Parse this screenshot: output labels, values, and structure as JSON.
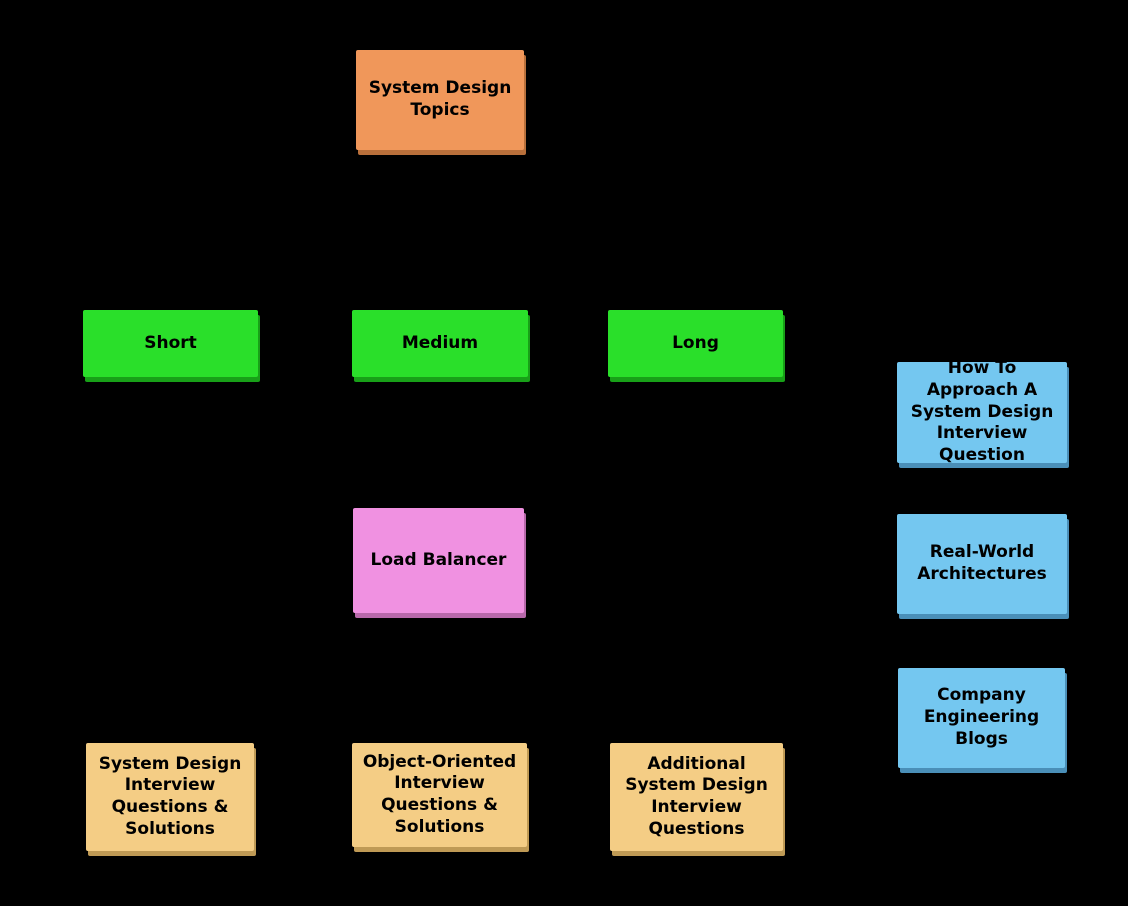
{
  "diagram": {
    "background_color": "#000000",
    "text_color": "#000000",
    "palette": {
      "root_orange": "#F0975A",
      "duration_green": "#2ADF2A",
      "resource_blue": "#74C7F0",
      "component_pink": "#F091E1",
      "questions_tan": "#F4CD85"
    },
    "nodes": [
      {
        "id": "system-design-topics",
        "label": "System Design Topics",
        "color": "#F0975A"
      },
      {
        "id": "short",
        "label": "Short",
        "color": "#2ADF2A"
      },
      {
        "id": "medium",
        "label": "Medium",
        "color": "#2ADF2A"
      },
      {
        "id": "long",
        "label": "Long",
        "color": "#2ADF2A"
      },
      {
        "id": "how-to-approach",
        "label": "How To Approach A System Design Interview Question",
        "color": "#74C7F0"
      },
      {
        "id": "load-balancer",
        "label": "Load Balancer",
        "color": "#F091E1"
      },
      {
        "id": "real-world-architectures",
        "label": "Real-World Architectures",
        "color": "#74C7F0"
      },
      {
        "id": "company-engineering-blogs",
        "label": "Company Engineering Blogs",
        "color": "#74C7F0"
      },
      {
        "id": "system-design-interview-questions",
        "label": "System Design Interview Questions & Solutions",
        "color": "#F4CD85"
      },
      {
        "id": "object-oriented-interview-questions",
        "label": "Object-Oriented Interview Questions & Solutions",
        "color": "#F4CD85"
      },
      {
        "id": "additional-system-design-interview-questions",
        "label": "Additional System Design Interview Questions",
        "color": "#F4CD85"
      }
    ]
  }
}
